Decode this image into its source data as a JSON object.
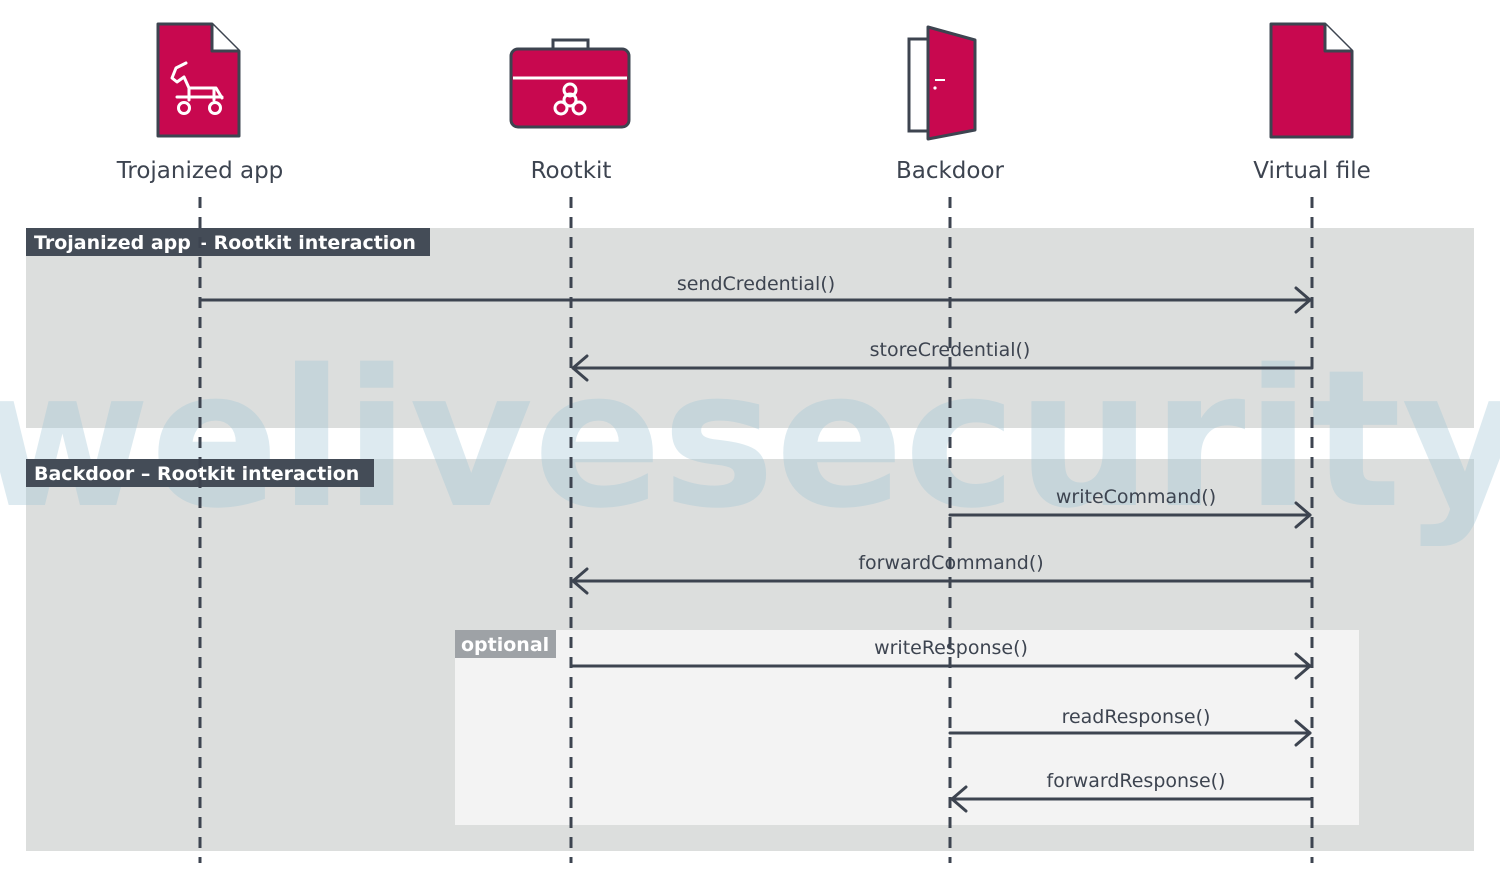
{
  "actors": [
    {
      "id": "trojanized-app",
      "label": "Trojanized app",
      "icon": "trojan-horse-file-icon"
    },
    {
      "id": "rootkit",
      "label": "Rootkit",
      "icon": "toolbox-biohazard-icon"
    },
    {
      "id": "backdoor",
      "label": "Backdoor",
      "icon": "open-door-icon"
    },
    {
      "id": "virtual-file",
      "label": "Virtual file",
      "icon": "file-icon"
    }
  ],
  "groups": [
    {
      "id": "group-trojan-rootkit",
      "title": "Trojanized app – Rootkit interaction"
    },
    {
      "id": "group-backdoor-rootkit",
      "title": "Backdoor – Rootkit interaction"
    },
    {
      "id": "group-optional",
      "title": "optional"
    }
  ],
  "messages": [
    {
      "label": "sendCredential()",
      "from": "trojanized-app",
      "to": "virtual-file"
    },
    {
      "label": "storeCredential()",
      "from": "virtual-file",
      "to": "rootkit"
    },
    {
      "label": "writeCommand()",
      "from": "backdoor",
      "to": "virtual-file"
    },
    {
      "label": "forwardCommand()",
      "from": "virtual-file",
      "to": "rootkit"
    },
    {
      "label": "writeResponse()",
      "from": "rootkit",
      "to": "virtual-file"
    },
    {
      "label": "readResponse()",
      "from": "backdoor",
      "to": "virtual-file"
    },
    {
      "label": "forwardResponse()",
      "from": "virtual-file",
      "to": "backdoor"
    }
  ],
  "watermark": "welivesecurity",
  "colors": {
    "accent": "#c8084f",
    "dark": "#3d4450",
    "group_bg": "#dcdedd",
    "optional_bg": "#f3f3f3",
    "optional_title_bg": "#9ea2a6",
    "group_title_bg": "#444c57"
  }
}
